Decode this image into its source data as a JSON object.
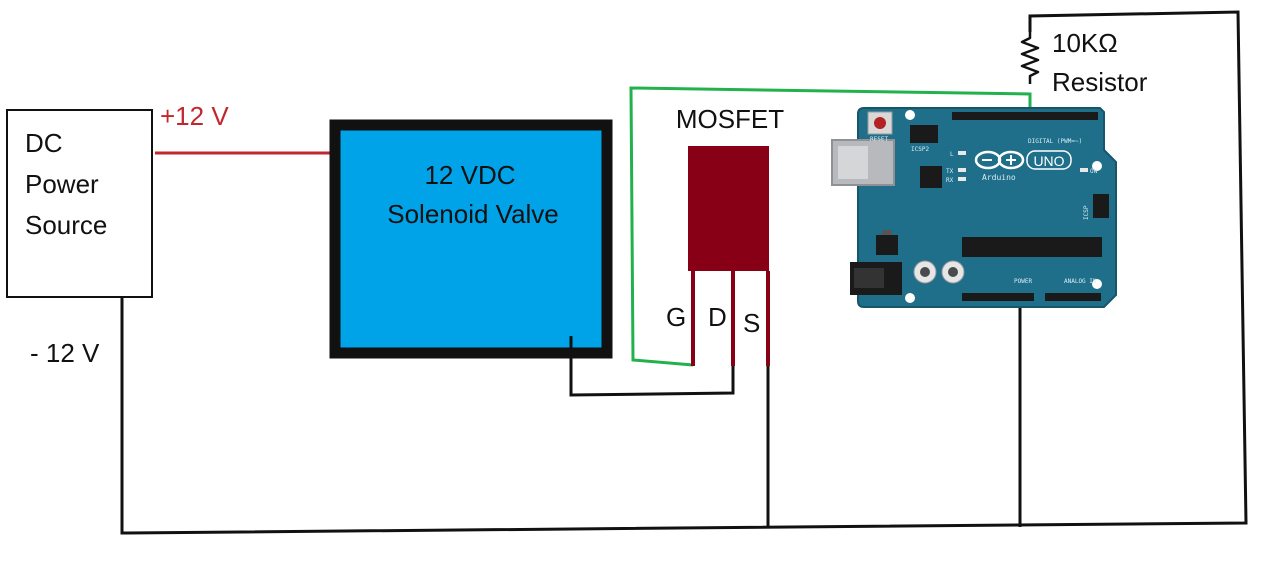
{
  "power_source": {
    "line1": "DC",
    "line2": "Power",
    "line3": "Source"
  },
  "voltage_positive": "+12 V",
  "voltage_negative": "- 12 V",
  "solenoid": {
    "line1": "12 VDC",
    "line2": "Solenoid Valve"
  },
  "mosfet": {
    "title": "MOSFET",
    "pin_g": "G",
    "pin_d": "D",
    "pin_s": "S"
  },
  "resistor": {
    "value": "10KΩ",
    "label": "Resistor"
  },
  "arduino": {
    "reset": "RESET",
    "icsp2": "ICSP2",
    "digital": "DIGITAL (PWM=~)",
    "uno": "UNO",
    "brand": "Arduino",
    "tx": "TX",
    "rx": "RX",
    "led_l": "L",
    "on": "ON",
    "icsp": "ICSP",
    "power": "POWER",
    "analog": "ANALOG IN"
  },
  "colors": {
    "solenoid_fill": "#00A2E8",
    "mosfet_fill": "#880015",
    "positive_wire": "#c1272d",
    "gate_wire": "#22b14c",
    "ground_wire": "#111111",
    "arduino_board": "#1f6f8b",
    "voltage_text": "#c1272d"
  }
}
